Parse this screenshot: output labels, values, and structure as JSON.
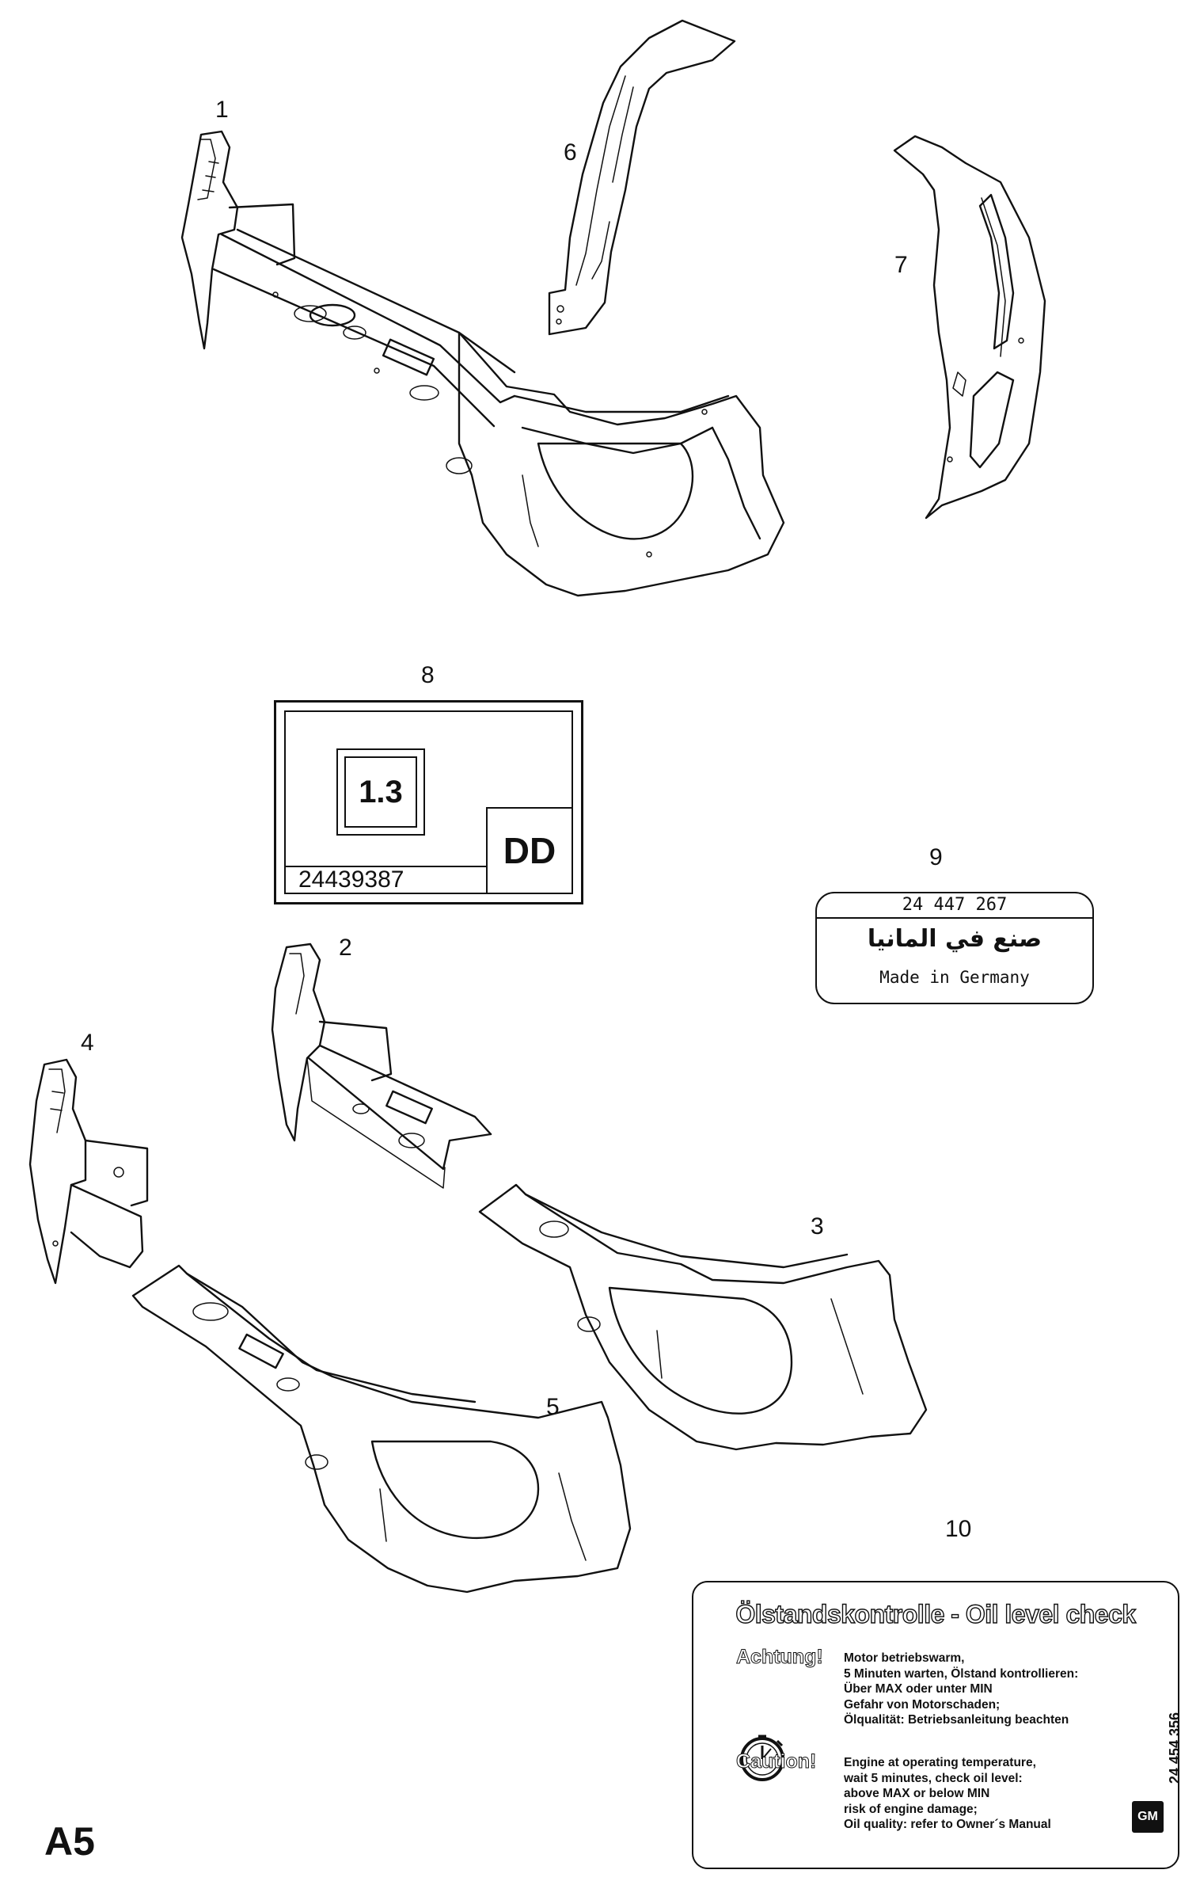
{
  "callouts": {
    "c1": "1",
    "c2": "2",
    "c3": "3",
    "c4": "4",
    "c5": "5",
    "c6": "6",
    "c7": "7",
    "c8": "8",
    "c9": "9",
    "c10": "10"
  },
  "label8": {
    "size": "1.3",
    "variant": "DD",
    "part_number": "24439387"
  },
  "label9": {
    "part_number": "24 447 267",
    "arabic_text": "صنع في المانيا",
    "text": "Made in Germany"
  },
  "label10": {
    "title": "Ölstandskontrolle - Oil level check",
    "warning_de_heading": "Achtung!",
    "warning_de_lines": [
      "Motor betriebswarm,",
      "5 Minuten warten, Ölstand kontrollieren:",
      "Über MAX oder unter MIN",
      "Gefahr von Motorschaden;",
      "Ölqualität: Betriebsanleitung beachten"
    ],
    "warning_en_heading": "Caution!",
    "warning_en_lines": [
      "Engine at operating temperature,",
      "wait 5 minutes, check oil level:",
      "above MAX or below MIN",
      "risk of engine damage;",
      "Oil quality: refer to Owner´s Manual"
    ],
    "part_number": "24 454 356",
    "logo": "GM",
    "icon": "clock-gauge-icon"
  },
  "page_id": "A5"
}
